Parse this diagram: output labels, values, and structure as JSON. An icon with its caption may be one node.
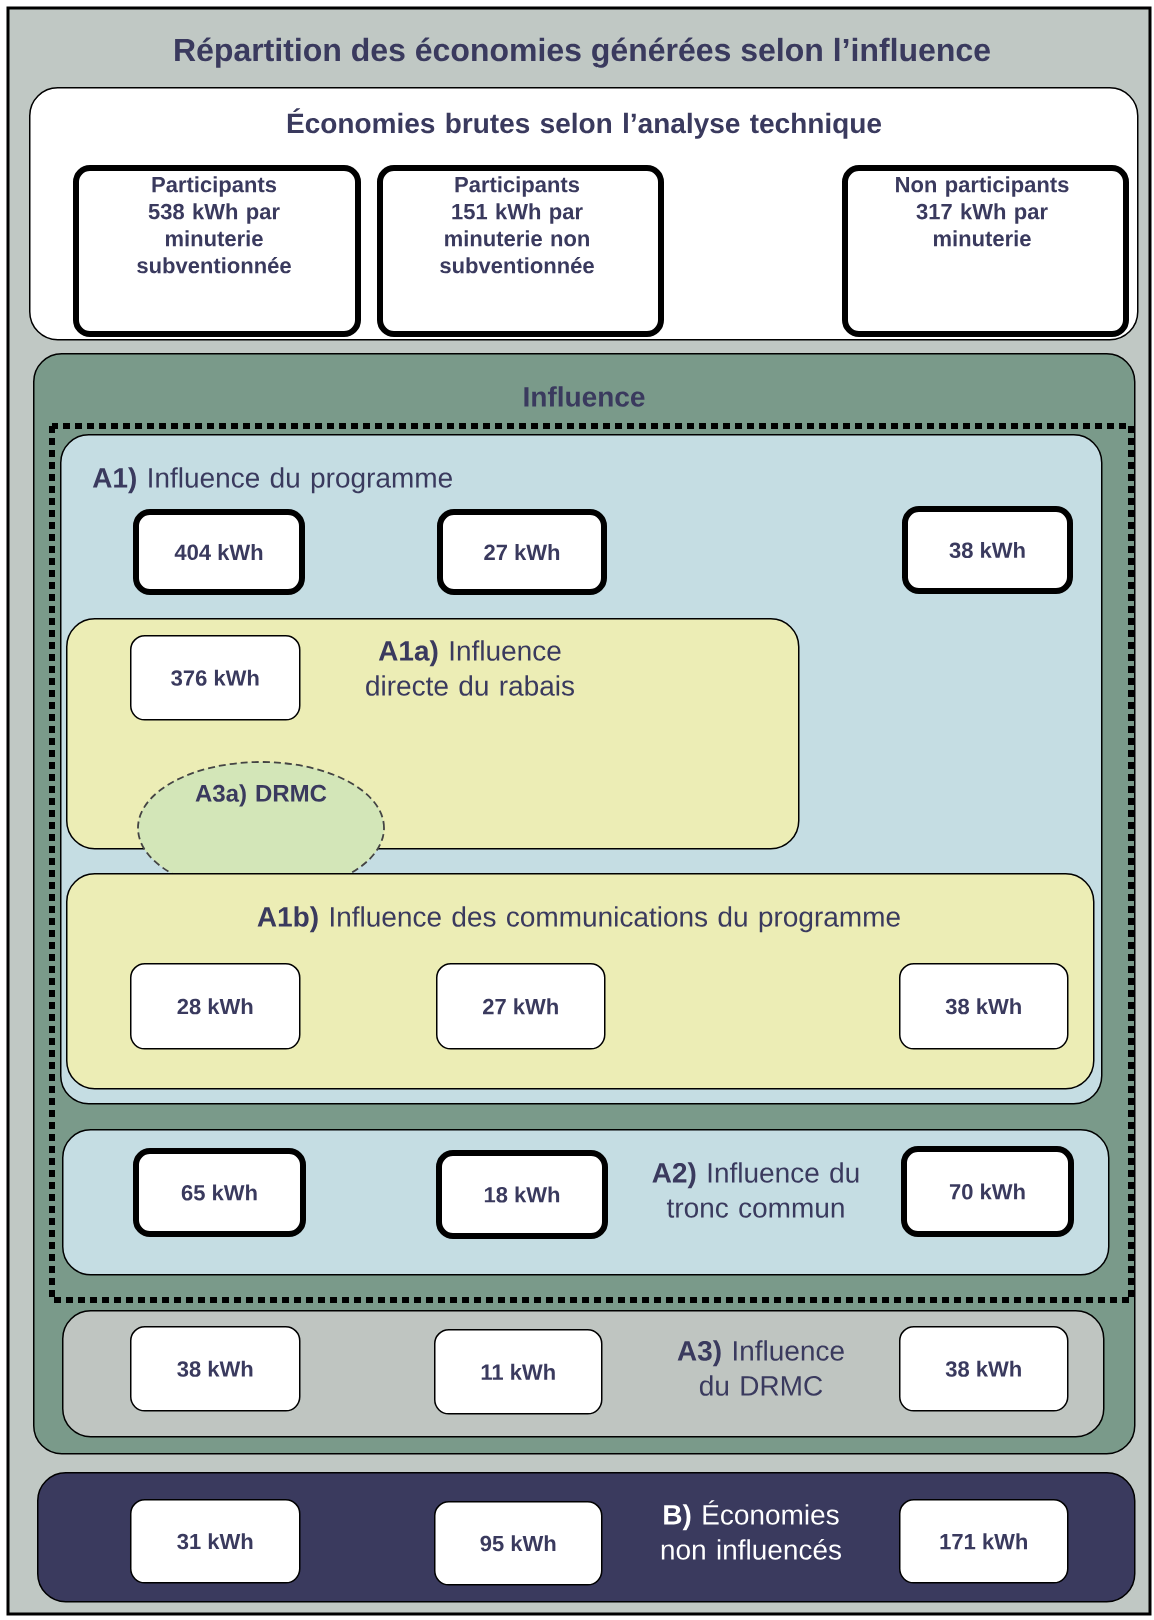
{
  "diagram": {
    "title": "Répartition des économies générées selon l’influence",
    "nodes": [
      {
        "text": [
          "Économies brutes selon l’analyse technique"
        ]
      },
      {
        "text": [
          "Participants 538 kWh par minuterie subventionnée"
        ],
        "in": 0
      },
      {
        "text": [
          "Participants 151 kWh par minuterie non subventionnée"
        ],
        "in": 0
      },
      {
        "text": [
          "Non participants 317 kWh par minuterie"
        ],
        "in": 0
      },
      {
        "text": [
          "Influence"
        ]
      },
      {
        "text": [
          "**A1)** Influence du programme"
        ],
        "in": 4
      },
      {
        "text": [
          "404 kWh"
        ],
        "in": 5
      },
      {
        "text": [
          "27 kWh"
        ],
        "in": 5
      },
      {
        "text": [
          "38 kWh"
        ],
        "in": 5
      },
      {
        "text": [
          "**A1a)** Influence directe du rabais"
        ],
        "in": 5
      },
      {
        "text": [
          "376 kWh"
        ],
        "in": 9
      },
      {
        "text": [
          "A3a) DRMC"
        ],
        "in": 5
      },
      {
        "text": [
          "**A1b)** Influence des communications du programme"
        ],
        "in": 5
      },
      {
        "text": [
          "28 kWh"
        ],
        "in": 12
      },
      {
        "text": [
          "27 kWh"
        ],
        "in": 12
      },
      {
        "text": [
          "38 kWh"
        ],
        "in": 12
      },
      {
        "text": [
          "**A2)** Influence du tronc commun"
        ],
        "in": 4
      },
      {
        "text": [
          "65 kWh"
        ],
        "in": 16
      },
      {
        "text": [
          "18 kWh"
        ],
        "in": 16
      },
      {
        "text": [
          "70 kWh"
        ],
        "in": 16
      },
      {
        "text": [
          "**A3)** Influence du DRMC"
        ],
        "in": 4
      },
      {
        "text": [
          "38 kWh"
        ],
        "in": 20
      },
      {
        "text": [
          "11 kWh"
        ],
        "in": 20
      },
      {
        "text": [
          "38 kWh"
        ],
        "in": 20
      },
      {
        "text": [
          "**B)** Économies non influencés"
        ]
      },
      {
        "text": [
          "31 kWh"
        ],
        "in": 24
      },
      {
        "text": [
          "95 kWh"
        ],
        "in": 24
      },
      {
        "text": [
          "171 kWh"
        ],
        "in": 24
      }
    ],
    "edges": []
  }
}
